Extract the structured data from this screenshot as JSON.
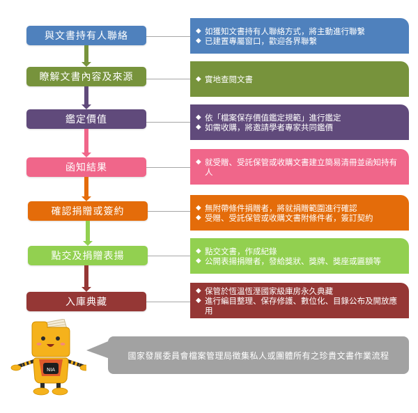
{
  "flow": {
    "steps": [
      {
        "label": "與文書持有人聯絡",
        "color": "#4f81bd",
        "details": [
          "如獲知文書持有人聯絡方式，將主動進行聯繫",
          "已建置專屬窗口，歡迎各界聯繫"
        ]
      },
      {
        "label": "瞭解文書內容及來源",
        "color": "#77933c",
        "details": [
          "實地查閱文書"
        ]
      },
      {
        "label": "鑑定價值",
        "color": "#604a7b",
        "details": [
          "依「檔案保存價值鑑定規範」進行鑑定",
          "如需收購，將邀請學者專家共同鑑價"
        ]
      },
      {
        "label": "函知結果",
        "color": "#f0668a",
        "details": [
          "就受贈、受託保管或收購文書建立簡易清冊並函知持有人"
        ]
      },
      {
        "label": "確認捐贈或簽約",
        "color": "#e46c0a",
        "details": [
          "無附帶條件捐贈者，將就捐贈範圍進行確認",
          "受贈、受託保管或收購文書附條件者，簽訂契約"
        ]
      },
      {
        "label": "點交及捐贈表揚",
        "color": "#92d050",
        "details": [
          "點交文書，作成紀錄",
          "公開表揚捐贈者，發給獎狀、獎牌、獎座或匾額等"
        ]
      },
      {
        "label": "入庫典藏",
        "color": "#953735",
        "details": [
          "保管於恆溫恆溼國家級庫房永久典藏",
          "進行編目整理、保存修護、數位化、目錄公布及開放應用"
        ]
      }
    ],
    "bullet_glyph": "◆"
  },
  "caption": {
    "text": "國家發展委員會檔案管理局徵集私人或團體所有之珍貴文書作業流程",
    "color": "#a2a2a2"
  },
  "mascot": {
    "badge_text": "NIA",
    "body_color": "#f5b21c"
  }
}
